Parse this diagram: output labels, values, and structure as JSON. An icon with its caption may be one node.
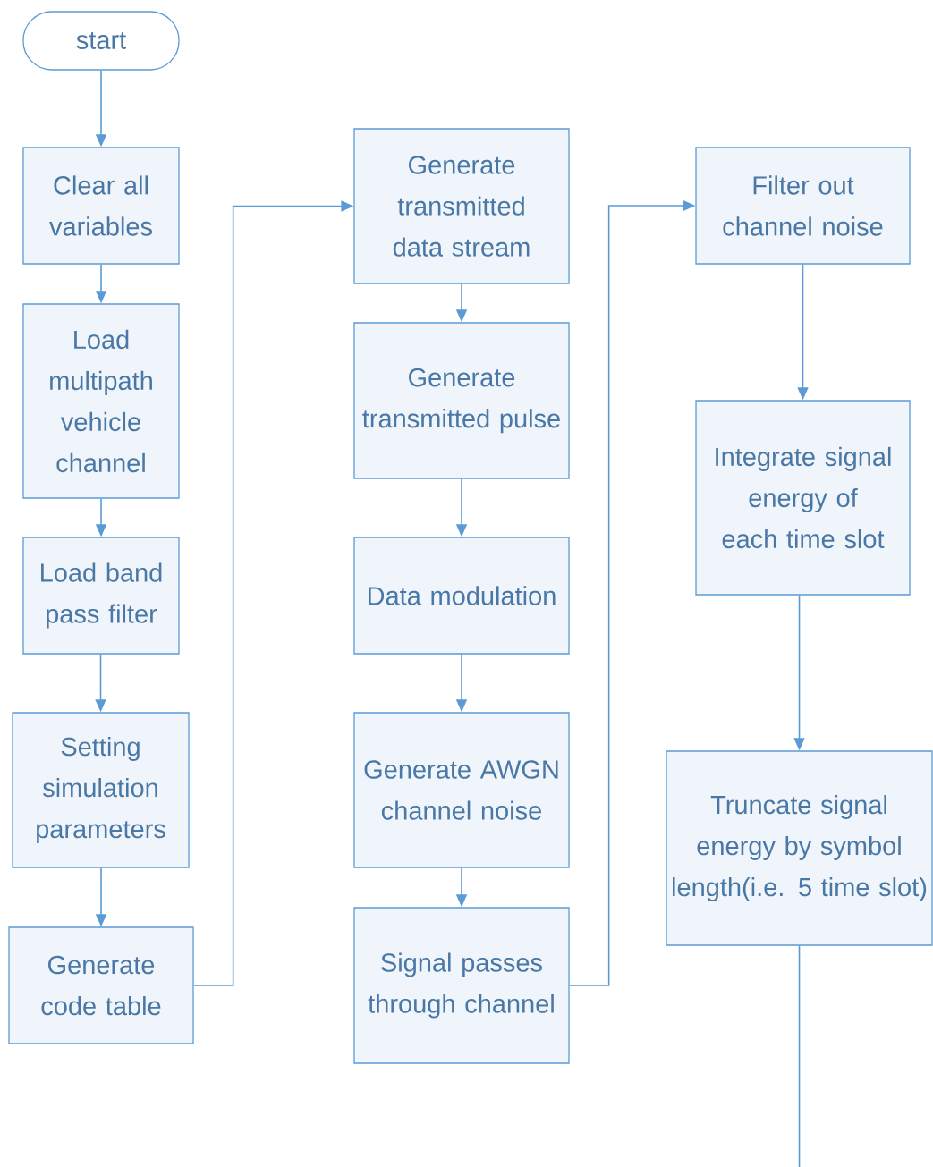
{
  "diagram": {
    "nodes": [
      {
        "text": [
          "start"
        ]
      },
      {
        "text": [
          "Clear all variables"
        ]
      },
      {
        "text": [
          "Load multipath vehicle channel"
        ]
      },
      {
        "text": [
          "Load band pass filter"
        ]
      },
      {
        "text": [
          "Setting simulation parameters"
        ]
      },
      {
        "text": [
          "Generate code table"
        ]
      },
      {
        "text": [
          "Generate transmitted data stream"
        ]
      },
      {
        "text": [
          "Generate transmitted pulse"
        ]
      },
      {
        "text": [
          "Data modulation"
        ]
      },
      {
        "text": [
          "Generate AWGN channel noise"
        ]
      },
      {
        "text": [
          "Signal passes through channel"
        ]
      },
      {
        "text": [
          "Filter out channel noise"
        ]
      },
      {
        "text": [
          "Integrate signal energy of each time slot"
        ]
      },
      {
        "text": [
          "Truncate signal energy by symbol length(i.e. 5 time slot)"
        ]
      }
    ],
    "edges": [
      {
        "from": 0,
        "to": 1,
        "arrow": "to"
      },
      {
        "from": 1,
        "to": 2,
        "arrow": "to"
      },
      {
        "from": 2,
        "to": 3,
        "arrow": "to"
      },
      {
        "from": 3,
        "to": 4,
        "arrow": "to"
      },
      {
        "from": 4,
        "to": 5,
        "arrow": "to"
      },
      {
        "from": 5,
        "to": 6,
        "arrow": "to"
      },
      {
        "from": 6,
        "to": 7,
        "arrow": "to"
      },
      {
        "from": 7,
        "to": 8,
        "arrow": "to"
      },
      {
        "from": 8,
        "to": 9,
        "arrow": "to"
      },
      {
        "from": 9,
        "to": 10,
        "arrow": "to"
      },
      {
        "from": 10,
        "to": 11,
        "arrow": "to"
      },
      {
        "from": 11,
        "to": 12,
        "arrow": "to"
      },
      {
        "from": 12,
        "to": 13,
        "arrow": "to"
      },
      {
        "from": 13,
        "to": null,
        "arrow": "none"
      }
    ]
  }
}
